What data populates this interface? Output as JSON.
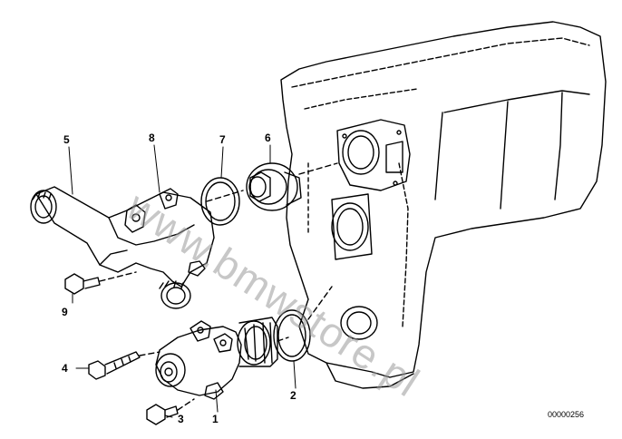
{
  "callouts": {
    "c1": "1",
    "c2": "2",
    "c3": "3",
    "c4": "4",
    "c5": "5",
    "c6": "6",
    "c7": "7",
    "c8": "8",
    "c9": "9"
  },
  "reference_number": "00000256",
  "watermark_text": "www.bmwstore.pl",
  "colors": {
    "line": "#000000",
    "background": "#ffffff",
    "watermark": "#9a9a9a"
  }
}
